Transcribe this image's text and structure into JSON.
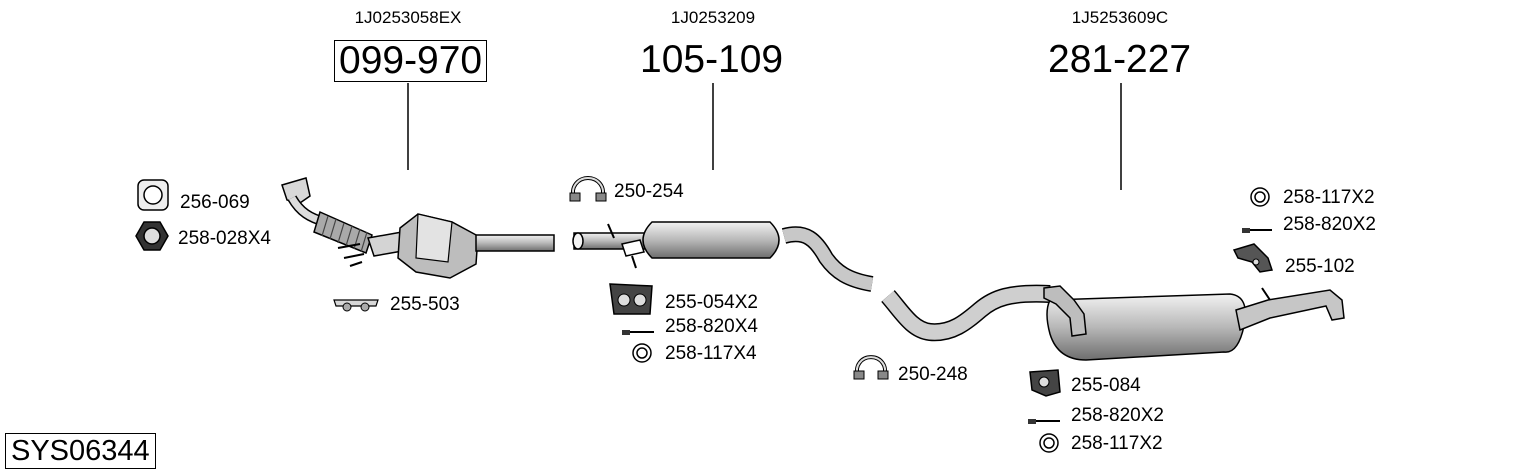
{
  "system_code": "SYS06344",
  "assemblies": [
    {
      "oem_number": "1J0253058EX",
      "part_number": "099-970",
      "highlighted": true
    },
    {
      "oem_number": "1J0253209",
      "part_number": "105-109",
      "highlighted": false
    },
    {
      "oem_number": "1J5253609C",
      "part_number": "281-227",
      "highlighted": false
    }
  ],
  "accessories": {
    "gasket_256069": "256-069",
    "nut_258028": "258-028X4",
    "hanger_255503": "255-503",
    "clamp_250254": "250-254",
    "rubber_255054": "255-054X2",
    "bolt_258820_a": "258-820X4",
    "washer_258117_a": "258-117X4",
    "clamp_250248": "250-248",
    "rubber_255084": "255-084",
    "bolt_258820_b": "258-820X2",
    "washer_258117_b": "258-117X2",
    "washer_258117_c": "258-117X2",
    "bolt_258820_c": "258-820X2",
    "bracket_255102": "255-102"
  }
}
